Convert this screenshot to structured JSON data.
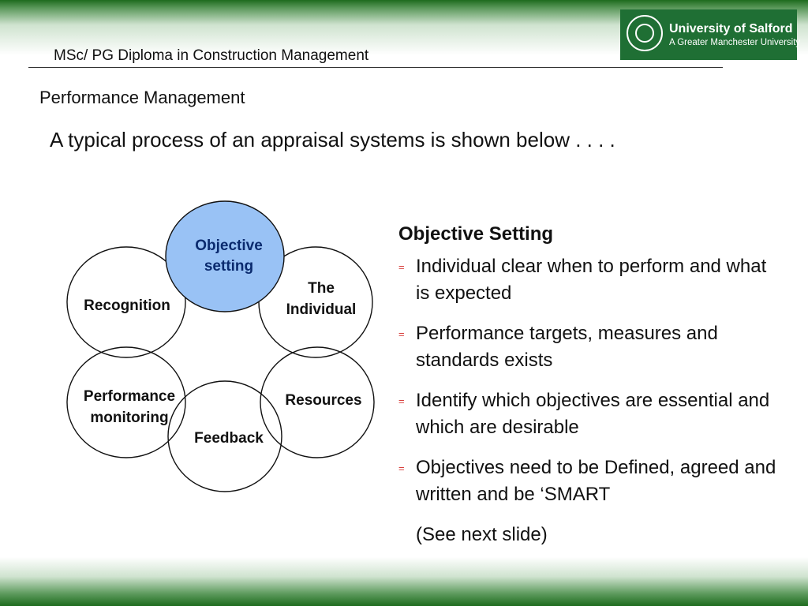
{
  "header": {
    "course_title": "MSc/ PG Diploma in Construction Management",
    "logo_name": "University of Salford",
    "logo_tagline": "A Greater Manchester University"
  },
  "slide": {
    "section_title": "Performance Management",
    "intro": "A typical process of an appraisal systems is shown below . . . ."
  },
  "diagram": {
    "highlight_color": "#99c2f5",
    "circles": [
      {
        "id": "objective",
        "lines": [
          "Objective",
          "setting"
        ],
        "highlighted": true
      },
      {
        "id": "individual",
        "lines": [
          "The",
          "Individual"
        ],
        "highlighted": false
      },
      {
        "id": "resources",
        "lines": [
          "Resources"
        ],
        "highlighted": false
      },
      {
        "id": "feedback",
        "lines": [
          "Feedback"
        ],
        "highlighted": false
      },
      {
        "id": "monitoring",
        "lines": [
          "Performance",
          "monitoring"
        ],
        "highlighted": false
      },
      {
        "id": "recognition",
        "lines": [
          "Recognition"
        ],
        "highlighted": false
      }
    ]
  },
  "panel": {
    "heading": "Objective Setting",
    "bullet_color": "#d8413e",
    "bullet_glyph": "=",
    "bullets": [
      "Individual clear when to perform and what is expected",
      "Performance targets, measures and standards exists",
      "Identify which objectives are essential and which are desirable",
      "Objectives need to be Defined, agreed and written and be ‘SMART"
    ],
    "note": "(See next slide)"
  }
}
